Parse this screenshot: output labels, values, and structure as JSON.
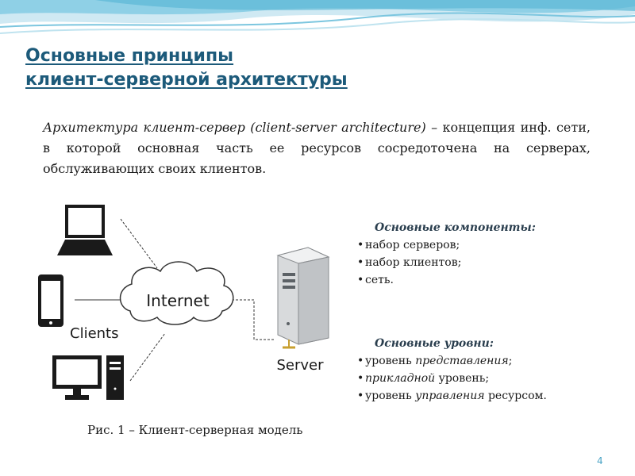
{
  "slide": {
    "title_line1": "Основные принципы",
    "title_line2": "клиент-серверной архитектуры",
    "definition_term": "Архитектура клиент-сервер (client-server architecture)",
    "definition_rest": " – концепция инф. сети, в которой основная часть ее ресурсов сосредоточена на серверах, обслуживающих своих клиентов.",
    "page_number": "4"
  },
  "diagram": {
    "internet_label": "Internet",
    "clients_label": "Clients",
    "server_label": "Server",
    "caption": "Рис. 1 – Клиент-серверная модель"
  },
  "components": {
    "title": "Основные компоненты:",
    "items": [
      "набор серверов;",
      "набор клиентов;",
      "сеть."
    ]
  },
  "levels": {
    "title": "Основные уровни:",
    "item1_prefix": "уровень ",
    "item1_em": "представления",
    "item1_suffix": ";",
    "item2_em": "прикладной",
    "item2_suffix": " уровень;",
    "item3_prefix": "уровень ",
    "item3_em": "управления",
    "item3_suffix": " ресурсом."
  },
  "colors": {
    "title": "#1c5a7a",
    "wave_teal": "#5bb8d6",
    "page_number": "#4aa3c5"
  }
}
